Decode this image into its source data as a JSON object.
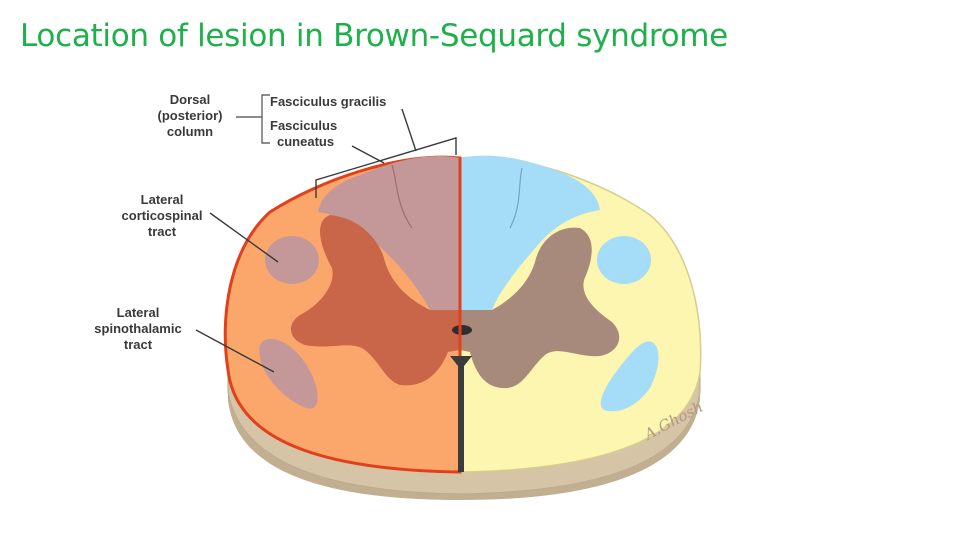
{
  "title": "Location of lesion in Brown-Sequard syndrome",
  "labels": {
    "dorsal_line1": "Dorsal",
    "dorsal_line2": "(posterior)",
    "dorsal_line3": "column",
    "fasciculus_gracilis": "Fasciculus gracilis",
    "cuneatus_line1": "Fasciculus",
    "cuneatus_line2": "cuneatus",
    "corticospinal_line1": "Lateral",
    "corticospinal_line2": "corticospinal",
    "corticospinal_line3": "tract",
    "spinothalamic_line1": "Lateral",
    "spinothalamic_line2": "spinothalamic",
    "spinothalamic_line3": "tract"
  },
  "signature": "A.Ghosh",
  "colors": {
    "title": "#1eb04a",
    "lesion_white_matter": "#fba76b",
    "lesion_grey_matter": "#c9664a",
    "lesion_tract": "#c49898",
    "lesion_border": "#e0401c",
    "normal_white_matter": "#fdf6b0",
    "normal_grey_matter": "#a88a7c",
    "normal_tract": "#a5dcf7",
    "cord_side": "#d6c4a6"
  }
}
